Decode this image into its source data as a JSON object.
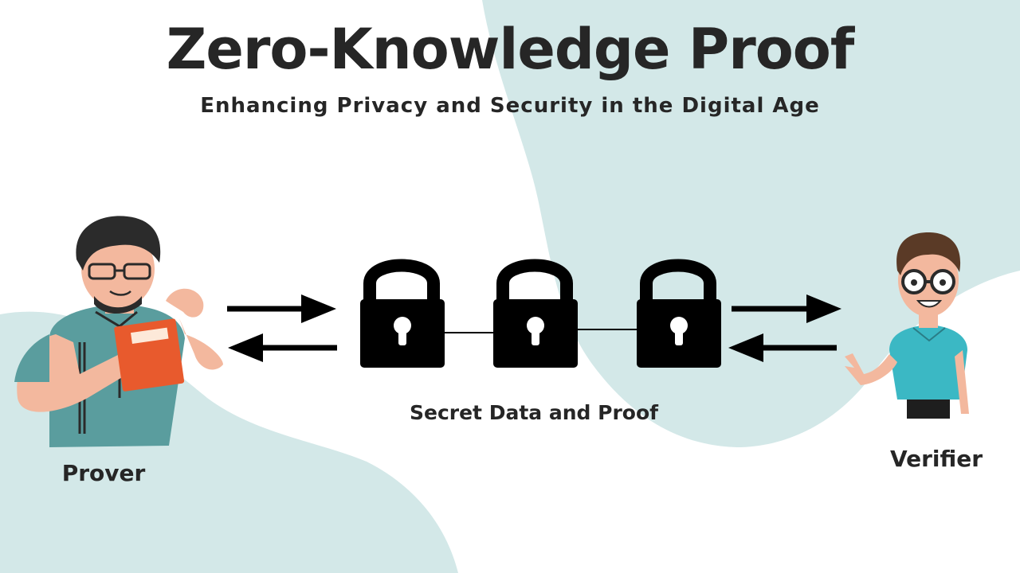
{
  "header": {
    "title": "Zero-Knowledge Proof",
    "subtitle": "Enhancing Privacy and Security in the Digital Age"
  },
  "labels": {
    "prover": "Prover",
    "verifier": "Verifier",
    "secret": "Secret Data and Proof"
  },
  "colors": {
    "blob": "#d3e8e8",
    "text": "#262626",
    "lock": "#000000",
    "book": "#e85a2d",
    "prover_shirt": "#5a9d9e",
    "verifier_shirt": "#3bb8c4",
    "skin": "#f3b89e"
  },
  "icons": [
    "lock-icon",
    "arrow-right-icon",
    "arrow-left-icon",
    "prover-illustration",
    "verifier-illustration"
  ]
}
